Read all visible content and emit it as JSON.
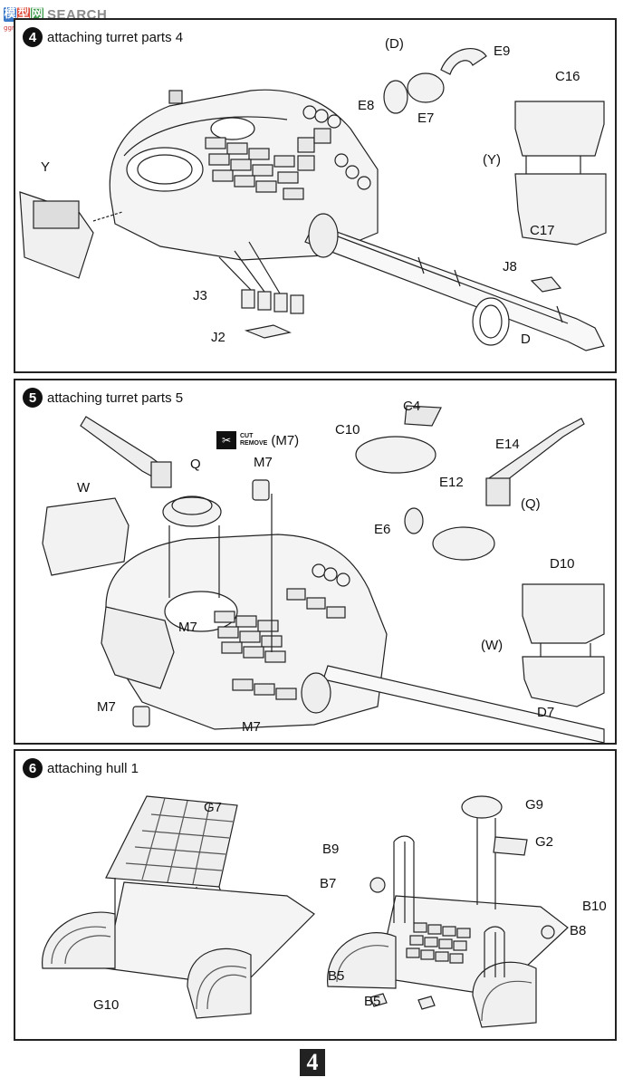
{
  "watermark": {
    "logo_chars": [
      "模",
      "型",
      "网"
    ],
    "text": "SEARCH",
    "sub": "ggm-shou.com"
  },
  "steps": [
    {
      "number": "4",
      "title": "attaching turret parts 4",
      "labels": {
        "D_paren": "(D)",
        "E9": "E9",
        "E8": "E8",
        "E7": "E7",
        "C16": "C16",
        "Y_paren": "(Y)",
        "C17": "C17",
        "Y": "Y",
        "J8": "J8",
        "J3": "J3",
        "J2": "J2",
        "D": "D"
      }
    },
    {
      "number": "5",
      "title": "attaching turret parts 5",
      "cut_icon": "cut-icon",
      "cut_words": [
        "CUT",
        "REMOVE"
      ],
      "cut_part": "(M7)",
      "labels": {
        "C4": "C4",
        "C10": "C10",
        "E14": "E14",
        "Q": "Q",
        "M7_top": "M7",
        "W": "W",
        "E12": "E12",
        "Q_paren": "(Q)",
        "E6": "E6",
        "D10": "D10",
        "M7_mid": "M7",
        "W_paren": "(W)",
        "M7_left": "M7",
        "M7_bottom": "M7",
        "D7": "D7"
      }
    },
    {
      "number": "6",
      "title": "attaching hull 1",
      "labels": {
        "G7": "G7",
        "G9": "G9",
        "B9": "B9",
        "G2": "G2",
        "B7": "B7",
        "B10": "B10",
        "B8": "B8",
        "G10": "G10",
        "B5_a": "B5",
        "B5_b": "B5"
      }
    }
  ],
  "page_number": "4"
}
